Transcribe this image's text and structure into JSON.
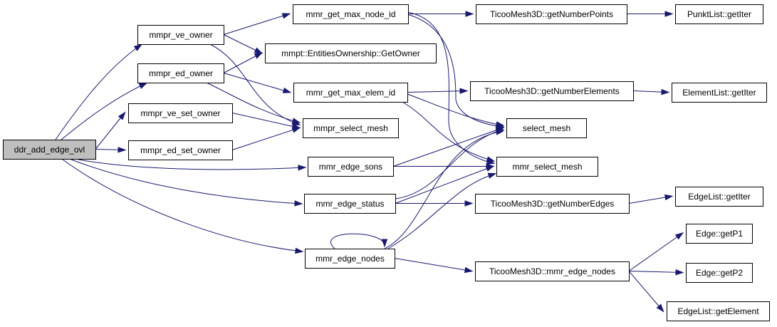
{
  "colors": {
    "edge": "#191970",
    "node_fill": "#ffffff",
    "root_fill": "#bfbfbf",
    "node_border": "#000000"
  },
  "nodes": [
    {
      "id": "ddr_add_edge_ovl",
      "label": "ddr_add_edge_ovl",
      "root": true
    },
    {
      "id": "mmpr_ve_owner",
      "label": "mmpr_ve_owner"
    },
    {
      "id": "mmpr_ed_owner",
      "label": "mmpr_ed_owner"
    },
    {
      "id": "mmpr_ve_set_owner",
      "label": "mmpr_ve_set_owner"
    },
    {
      "id": "mmpr_ed_set_owner",
      "label": "mmpr_ed_set_owner"
    },
    {
      "id": "mmr_get_max_node_id",
      "label": "mmr_get_max_node_id"
    },
    {
      "id": "getowner",
      "label": "mmpt::EntitiesOwnership::GetOwner"
    },
    {
      "id": "mmr_get_max_elem_id",
      "label": "mmr_get_max_elem_id"
    },
    {
      "id": "mmpr_select_mesh",
      "label": "mmpr_select_mesh"
    },
    {
      "id": "mmr_edge_sons",
      "label": "mmr_edge_sons"
    },
    {
      "id": "mmr_edge_status",
      "label": "mmr_edge_status"
    },
    {
      "id": "mmr_edge_nodes",
      "label": "mmr_edge_nodes"
    },
    {
      "id": "getnumberpoints",
      "label": "TicooMesh3D::getNumberPoints"
    },
    {
      "id": "getnumberelements",
      "label": "TicooMesh3D::getNumberElements"
    },
    {
      "id": "select_mesh",
      "label": "select_mesh"
    },
    {
      "id": "mmr_select_mesh",
      "label": "mmr_select_mesh"
    },
    {
      "id": "getnumberedges",
      "label": "TicooMesh3D::getNumberEdges"
    },
    {
      "id": "t_mmr_edge_nodes",
      "label": "TicooMesh3D::mmr_edge_nodes"
    },
    {
      "id": "punktlist_getiter",
      "label": "PunktList::getIter"
    },
    {
      "id": "elementlist_getiter",
      "label": "ElementList::getIter"
    },
    {
      "id": "edgelist_getiter",
      "label": "EdgeList::getIter"
    },
    {
      "id": "edge_getp1",
      "label": "Edge::getP1"
    },
    {
      "id": "edge_getp2",
      "label": "Edge::getP2"
    },
    {
      "id": "edgelist_getelement",
      "label": "EdgeList::getElement"
    }
  ],
  "edges": [
    {
      "from": "ddr_add_edge_ovl",
      "to": "mmpr_ve_owner"
    },
    {
      "from": "ddr_add_edge_ovl",
      "to": "mmpr_ed_owner"
    },
    {
      "from": "ddr_add_edge_ovl",
      "to": "mmpr_ve_set_owner"
    },
    {
      "from": "ddr_add_edge_ovl",
      "to": "mmpr_ed_set_owner"
    },
    {
      "from": "ddr_add_edge_ovl",
      "to": "mmr_edge_sons"
    },
    {
      "from": "ddr_add_edge_ovl",
      "to": "mmr_edge_status"
    },
    {
      "from": "ddr_add_edge_ovl",
      "to": "mmr_edge_nodes"
    },
    {
      "from": "mmpr_ve_owner",
      "to": "mmr_get_max_node_id"
    },
    {
      "from": "mmpr_ve_owner",
      "to": "getowner"
    },
    {
      "from": "mmpr_ve_owner",
      "to": "mmpr_select_mesh"
    },
    {
      "from": "mmpr_ed_owner",
      "to": "getowner"
    },
    {
      "from": "mmpr_ed_owner",
      "to": "mmr_get_max_elem_id"
    },
    {
      "from": "mmpr_ed_owner",
      "to": "mmpr_select_mesh"
    },
    {
      "from": "mmpr_ve_set_owner",
      "to": "mmpr_select_mesh"
    },
    {
      "from": "mmpr_ed_set_owner",
      "to": "mmpr_select_mesh"
    },
    {
      "from": "mmr_get_max_node_id",
      "to": "getnumberpoints"
    },
    {
      "from": "mmr_get_max_node_id",
      "to": "select_mesh"
    },
    {
      "from": "mmr_get_max_node_id",
      "to": "mmr_select_mesh"
    },
    {
      "from": "mmr_get_max_elem_id",
      "to": "getnumberelements"
    },
    {
      "from": "mmr_get_max_elem_id",
      "to": "select_mesh"
    },
    {
      "from": "mmr_get_max_elem_id",
      "to": "mmr_select_mesh"
    },
    {
      "from": "mmr_edge_sons",
      "to": "select_mesh"
    },
    {
      "from": "mmr_edge_sons",
      "to": "mmr_select_mesh"
    },
    {
      "from": "mmr_edge_status",
      "to": "select_mesh"
    },
    {
      "from": "mmr_edge_status",
      "to": "mmr_select_mesh"
    },
    {
      "from": "mmr_edge_status",
      "to": "getnumberedges"
    },
    {
      "from": "mmr_edge_nodes",
      "to": "mmr_edge_nodes"
    },
    {
      "from": "mmr_edge_nodes",
      "to": "select_mesh"
    },
    {
      "from": "mmr_edge_nodes",
      "to": "mmr_select_mesh"
    },
    {
      "from": "mmr_edge_nodes",
      "to": "t_mmr_edge_nodes"
    },
    {
      "from": "getnumberpoints",
      "to": "punktlist_getiter"
    },
    {
      "from": "getnumberelements",
      "to": "elementlist_getiter"
    },
    {
      "from": "getnumberedges",
      "to": "edgelist_getiter"
    },
    {
      "from": "t_mmr_edge_nodes",
      "to": "edge_getp1"
    },
    {
      "from": "t_mmr_edge_nodes",
      "to": "edge_getp2"
    },
    {
      "from": "t_mmr_edge_nodes",
      "to": "edgelist_getelement"
    }
  ]
}
